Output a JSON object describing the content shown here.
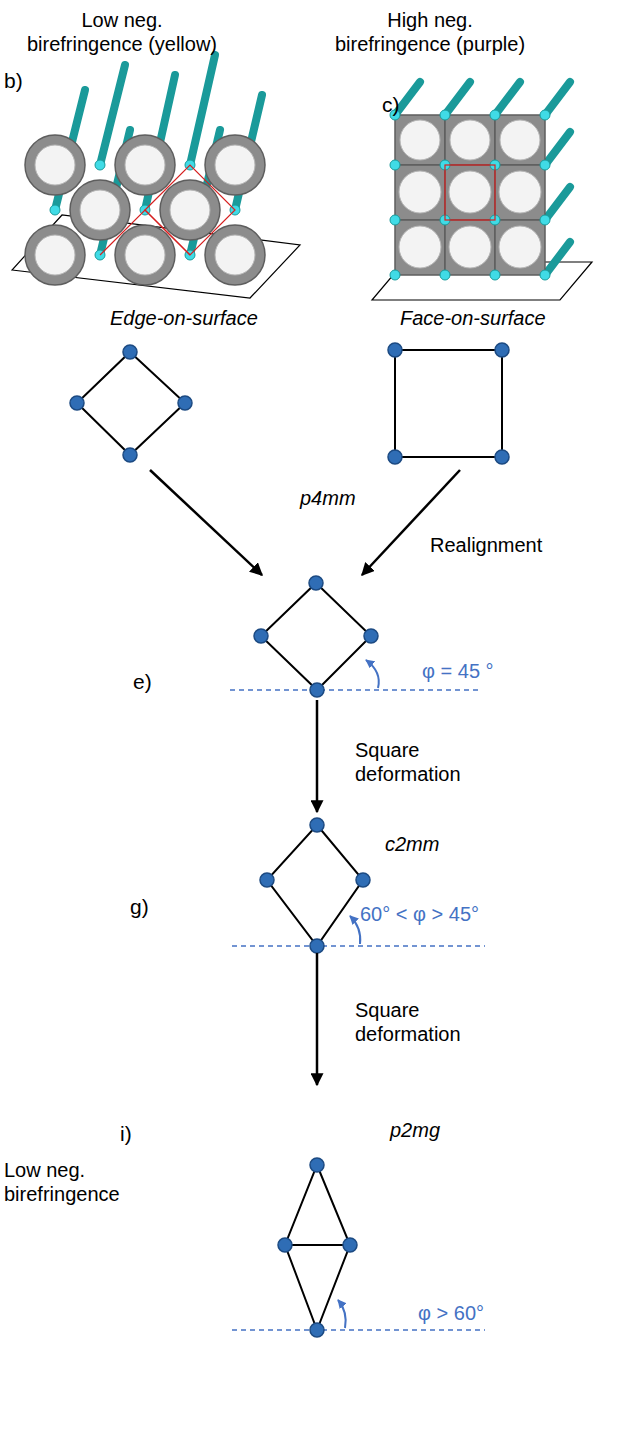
{
  "diagram": {
    "nodes": [
      {
        "text": [
          "Low neg. birefringence (yellow)",
          "b)",
          "Edge-on-surface"
        ]
      },
      {
        "text": [
          "High neg. birefringence (purple)",
          "c)",
          "Face-on-surface"
        ]
      },
      {
        "text": [
          "e)",
          "φ = 45 °"
        ]
      },
      {
        "text": [
          "g)",
          "c2mm",
          "60° < φ > 45°"
        ]
      },
      {
        "text": [
          "i)",
          "p2mg",
          "φ > 60°"
        ]
      }
    ],
    "edges": [
      {
        "from": 0,
        "to": 2,
        "arrow": "to"
      },
      {
        "from": 1,
        "to": 2,
        "arrow": "to",
        "label": "Realignment"
      },
      {
        "from": 2,
        "to": 3,
        "arrow": "to",
        "label": "Square deformation"
      },
      {
        "from": 3,
        "to": 4,
        "arrow": "to",
        "label": "Square deformation"
      }
    ],
    "labels": [
      "p4mm",
      "Low neg. birefringence"
    ]
  }
}
